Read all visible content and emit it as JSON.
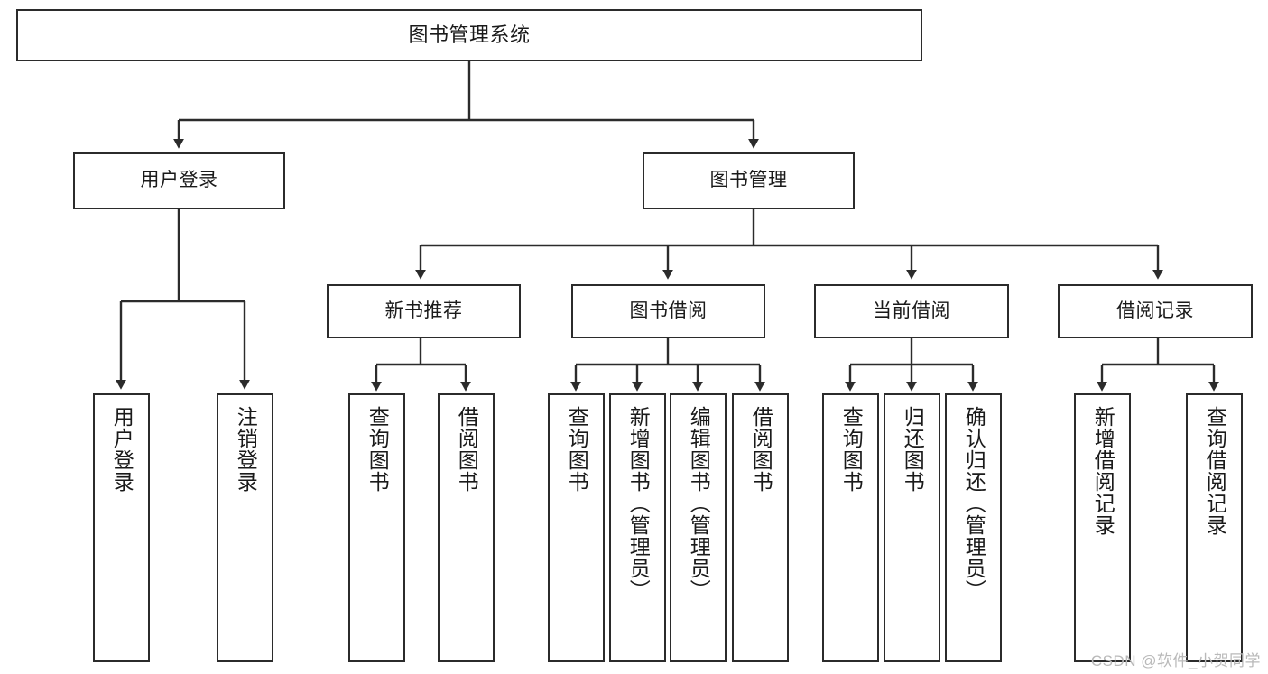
{
  "diagram": {
    "title": "图书管理系统",
    "type": "tree-hierarchy-diagram",
    "colors": {
      "stroke": "#2b2b2b",
      "fill": "#ffffff",
      "text": "#1a1a1a",
      "watermark": "#b9b9b9"
    },
    "root": {
      "label": "图书管理系统"
    },
    "level2": [
      {
        "id": "user-login",
        "label": "用户登录"
      },
      {
        "id": "book-management",
        "label": "图书管理"
      }
    ],
    "level3": [
      {
        "id": "new-book-recommend",
        "label": "新书推荐"
      },
      {
        "id": "book-borrow",
        "label": "图书借阅"
      },
      {
        "id": "current-borrow",
        "label": "当前借阅"
      },
      {
        "id": "borrow-record",
        "label": "借阅记录"
      }
    ],
    "leaves": [
      {
        "id": "leaf-user-login",
        "label": "用户登录"
      },
      {
        "id": "leaf-logout-login",
        "label": "注销登录"
      },
      {
        "id": "leaf-query-book-1",
        "label": "查询图书"
      },
      {
        "id": "leaf-borrow-book-1",
        "label": "借阅图书"
      },
      {
        "id": "leaf-query-book-2",
        "label": "查询图书"
      },
      {
        "id": "leaf-add-book",
        "label": "新增图书（管理员）"
      },
      {
        "id": "leaf-edit-book",
        "label": "编辑图书（管理员）"
      },
      {
        "id": "leaf-borrow-book-2",
        "label": "借阅图书"
      },
      {
        "id": "leaf-query-book-3",
        "label": "查询图书"
      },
      {
        "id": "leaf-return-book",
        "label": "归还图书"
      },
      {
        "id": "leaf-confirm-return",
        "label": "确认归还（管理员）"
      },
      {
        "id": "leaf-add-record",
        "label": "新增借阅记录"
      },
      {
        "id": "leaf-query-record",
        "label": "查询借阅记录"
      }
    ]
  },
  "watermark": {
    "text": "CSDN @软件_小贺同学"
  }
}
